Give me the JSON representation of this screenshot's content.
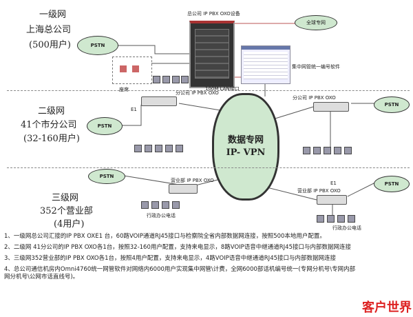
{
  "level1": {
    "title": "一级网",
    "name": "上海总公司",
    "users": "(500用户)",
    "device_title": "总公司 IP PBX OXO设备",
    "global_net": "全球专网",
    "pstn": "PSTN",
    "seats": "座席",
    "lan": "100M LAN接口",
    "software": "集中网管统一编号软件"
  },
  "level2": {
    "title": "二级网",
    "name": "41个市分公司",
    "users": "(32-160用户)",
    "pbx_left": "分公司 IP PBX OXO",
    "pbx_right": "分公司 IP PBX OXO",
    "e1": "E1",
    "pstn": "PSTN"
  },
  "vpn": {
    "line1": "数据专网",
    "line2": "IP- VPN"
  },
  "level3": {
    "title": "三级网",
    "name": "352个营业部",
    "users": "(4用户)",
    "pbx_left": "营业部 IP PBX OXO",
    "pbx_right": "营业部 IP PBX OXO",
    "phones_left": "行政办公电话",
    "phones_right": "行政办公电话",
    "e1": "E1",
    "pstn": "PSTN"
  },
  "notes": [
    "1、一级网总公司汇接的IP PBX  OXE1 台，60路VOIP通道RJ45接口与检察院全省内部数据网连接，按照500本地用户配置。",
    "2、二级网 41分公司的IP PBX OXO各1台，按照32-160用户配置，支持来电显示，8路VOIP语音中继通道RJ45接口与内部数据网连接",
    "3、三级网352营业部的IP PBX OXO各1台，按照4用户配置，支持来电显示，4路VOIP语音中继通道RJ45接口与内部数据网连接",
    "4、总公司通信机房内Omni4760统一网管软件对网络内6000用户实现集中网管\\计费，全网6000部话机编号统一(专网分机号\\专网内部网分机号\\公网市话直线号)。"
  ],
  "watermark": "客户世界"
}
